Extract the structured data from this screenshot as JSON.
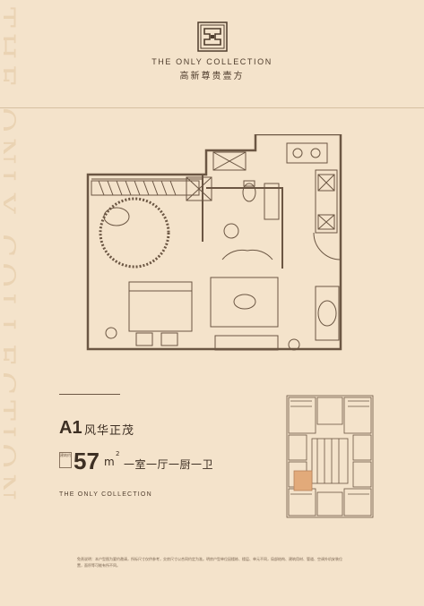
{
  "watermark": "THE ONLY COLLECTION",
  "brand": {
    "name_en": "THE ONLY COLLECTION",
    "name_cn": "高新尊贵壹方"
  },
  "unit": {
    "code": "A1",
    "style_name": "风华正茂",
    "area_label": "建筑约",
    "area_value": "57",
    "area_unit": "m",
    "area_unit_sup": "2",
    "layout": "一室一厅一厨一卫"
  },
  "footer": {
    "collection": "THE ONLY COLLECTION",
    "disclaimer": "免责说明：本户型图为要约邀请，所标尺寸仅供参考，交房尺寸以合同约定为准。明房户型单位因楼栋、楼层、单元不同，局部结构、建筑用材、管道、空调外机安装位置，面积等可能有所不同。"
  },
  "colors": {
    "background": "#f4e3cb",
    "text": "#3d2f23",
    "line": "#6b5643",
    "highlight": "#e2aa7a"
  }
}
